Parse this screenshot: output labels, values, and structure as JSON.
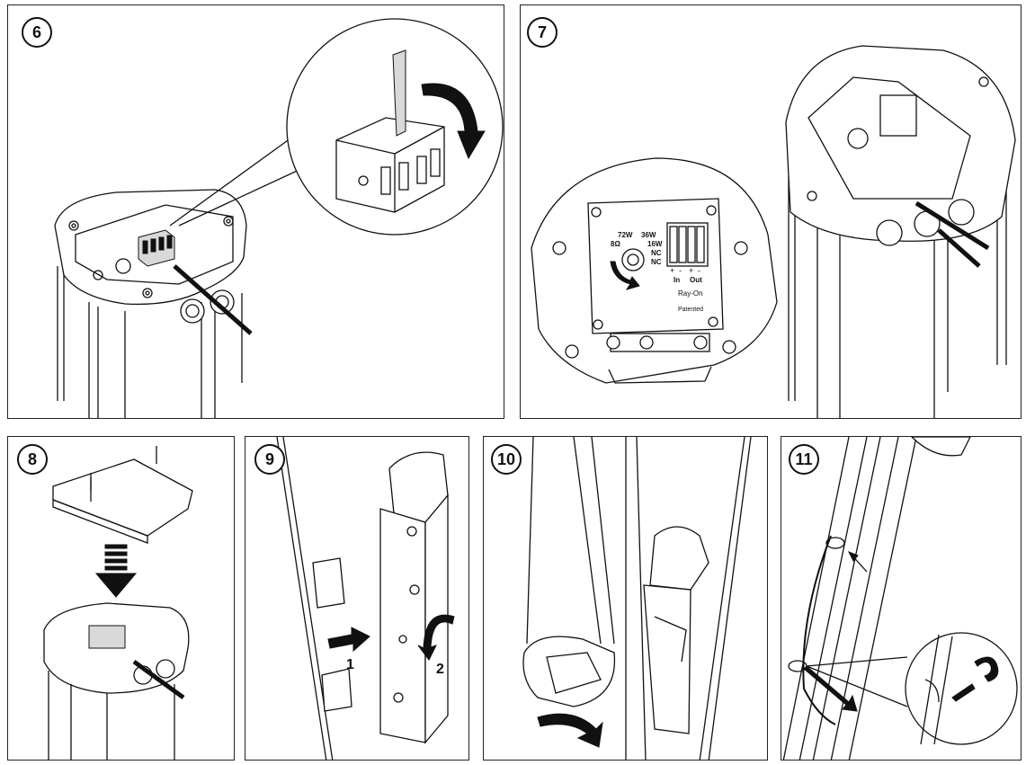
{
  "steps": [
    {
      "number": "6"
    },
    {
      "number": "7",
      "dial_labels": [
        "72W",
        "36W",
        "8Ω",
        "16W",
        "NC",
        "NC"
      ],
      "terminal_labels": [
        "+",
        "-",
        "+",
        "-"
      ],
      "io_labels": [
        "In",
        "Out"
      ],
      "brand": "Ray-On",
      "patent": "Patented"
    },
    {
      "number": "8"
    },
    {
      "number": "9",
      "arrow_labels": [
        "1",
        "2"
      ]
    },
    {
      "number": "10"
    },
    {
      "number": "11"
    }
  ]
}
